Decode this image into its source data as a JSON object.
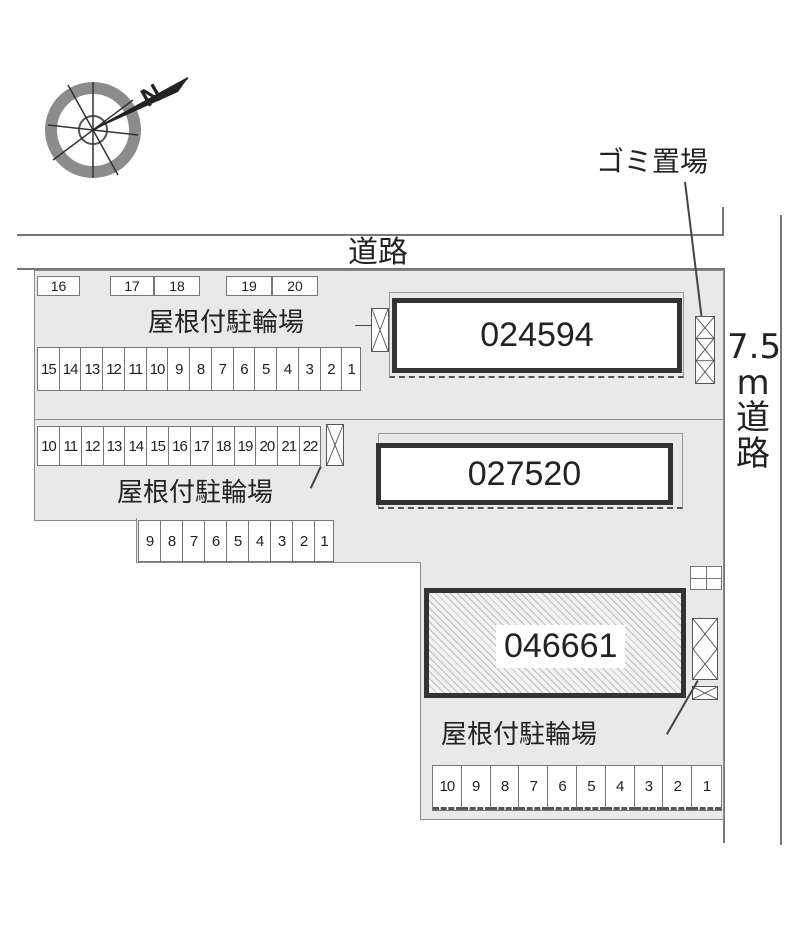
{
  "map": {
    "compass_label": "N",
    "road_top": "道路",
    "road_right_width": "7.5",
    "road_right_unit": "m",
    "road_right_name_1": "道",
    "road_right_name_2": "路",
    "garbage_label": "ゴミ置場",
    "bike_shelter_label": "屋根付駐輪場"
  },
  "buildings": [
    {
      "id": "024594"
    },
    {
      "id": "027520"
    },
    {
      "id": "046661"
    }
  ],
  "parking": {
    "top_singles": [
      "16",
      "17",
      "18",
      "19",
      "20"
    ],
    "row_a": [
      "15",
      "14",
      "13",
      "12",
      "11",
      "10",
      "9",
      "8",
      "7",
      "6",
      "5",
      "4",
      "3",
      "2",
      "1"
    ],
    "row_b": [
      "10",
      "11",
      "12",
      "13",
      "14",
      "15",
      "16",
      "17",
      "18",
      "19",
      "20",
      "21",
      "22"
    ],
    "row_c": [
      "9",
      "8",
      "7",
      "6",
      "5",
      "4",
      "3",
      "2",
      "1"
    ],
    "row_d": [
      "10",
      "9",
      "8",
      "7",
      "6",
      "5",
      "4",
      "3",
      "2",
      "1"
    ]
  }
}
